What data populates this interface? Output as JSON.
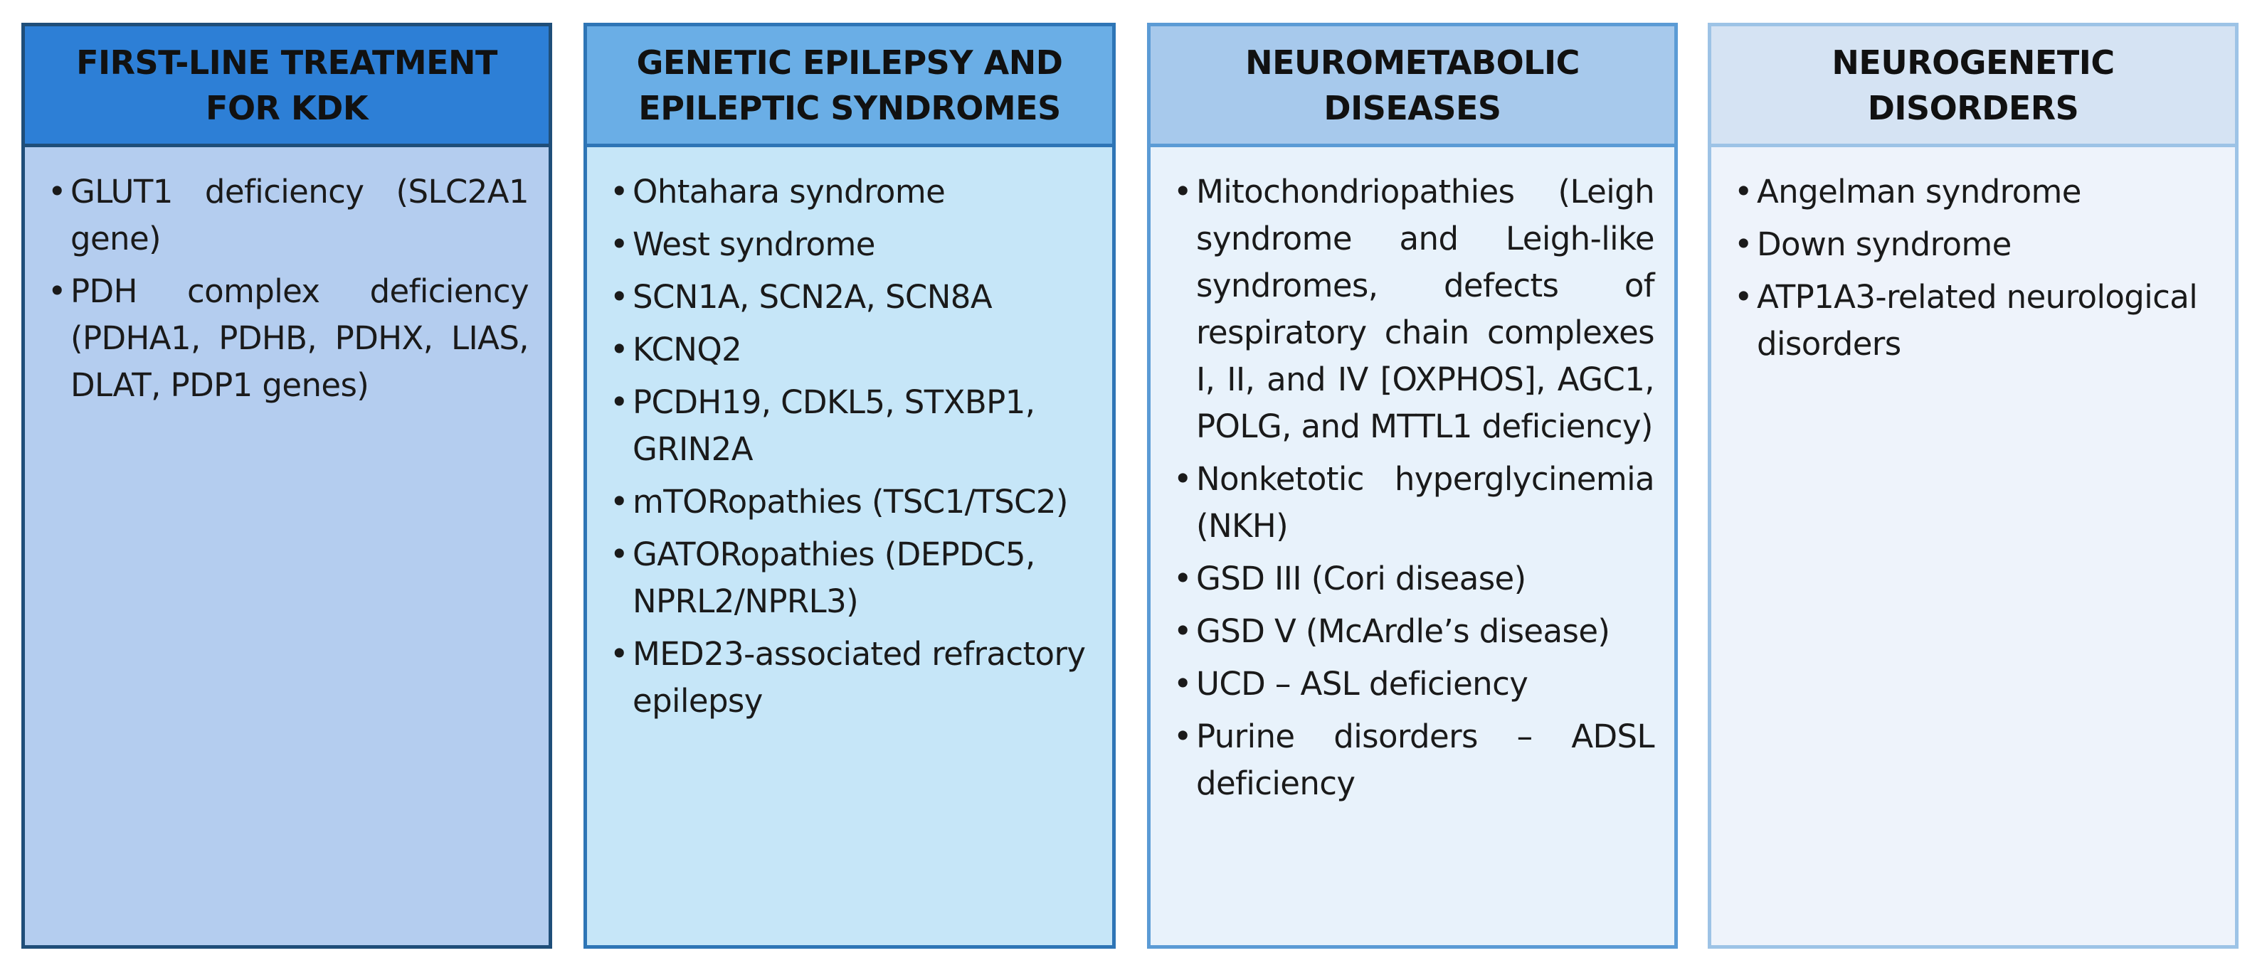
{
  "columns": [
    {
      "title": "FIRST-LINE TREATMENT\nFOR KDK",
      "items": [
        "GLUT1 deficiency (SLC2A1 gene)",
        "PDH complex deficiency (PDHA1, PDHB, PDHX, LIAS, DLAT, PDP1 genes)"
      ]
    },
    {
      "title": "GENETIC EPILEPSY AND\nEPILEPTIC SYNDROMES",
      "items": [
        "Ohtahara syndrome",
        "West syndrome",
        "SCN1A, SCN2A, SCN8A",
        "KCNQ2",
        "PCDH19, CDKL5, STXBP1, GRIN2A",
        "mTORopathies (TSC1/TSC2)",
        "GATORopathies (DEPDC5, NPRL2/NPRL3)",
        "MED23-associated refractory epilepsy"
      ]
    },
    {
      "title": "NEUROMETABOLIC\nDISEASES",
      "items": [
        "Mitochondriopathies (Leigh syndrome and Leigh-like syndromes, defects of respiratory chain complexes I, II, and IV [OXPHOS], AGC1, POLG, and MTTL1 deficiency)",
        "Nonketotic hyperglycinemia (NKH)",
        "GSD III (Cori disease)",
        "GSD V (McArdle’s disease)",
        "UCD – ASL deficiency",
        "Purine disorders – ADSL deficiency"
      ]
    },
    {
      "title": "NEUROGENETIC\nDISORDERS",
      "items": [
        "Angelman syndrome",
        "Down syndrome",
        "ATP1A3-related neurological disorders"
      ]
    }
  ]
}
